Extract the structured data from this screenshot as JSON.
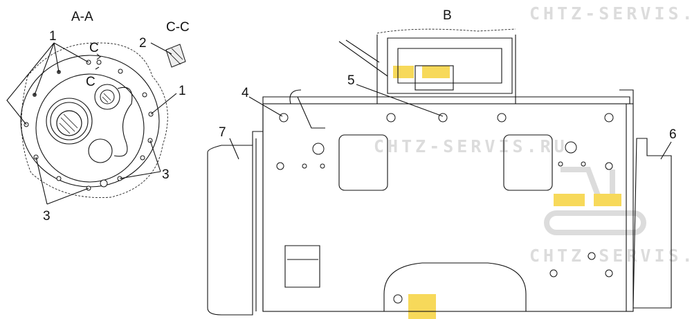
{
  "title": "Transmission mounting diagram",
  "sections": {
    "a_a": "A-A",
    "c_c": "C-C",
    "b": "B",
    "c_top": "C",
    "c_bottom": "C"
  },
  "callouts": {
    "n1a": "1",
    "n1b": "1",
    "n2": "2",
    "n3a": "3",
    "n3b": "3",
    "n4": "4",
    "n5": "5",
    "n6": "6",
    "n7": "7"
  },
  "watermark": "CHTZ-SERVIS.RU",
  "colors": {
    "line": "#111111",
    "watermark_gray": "#dcdcdc",
    "watermark_yellow": "#f7d95a"
  }
}
